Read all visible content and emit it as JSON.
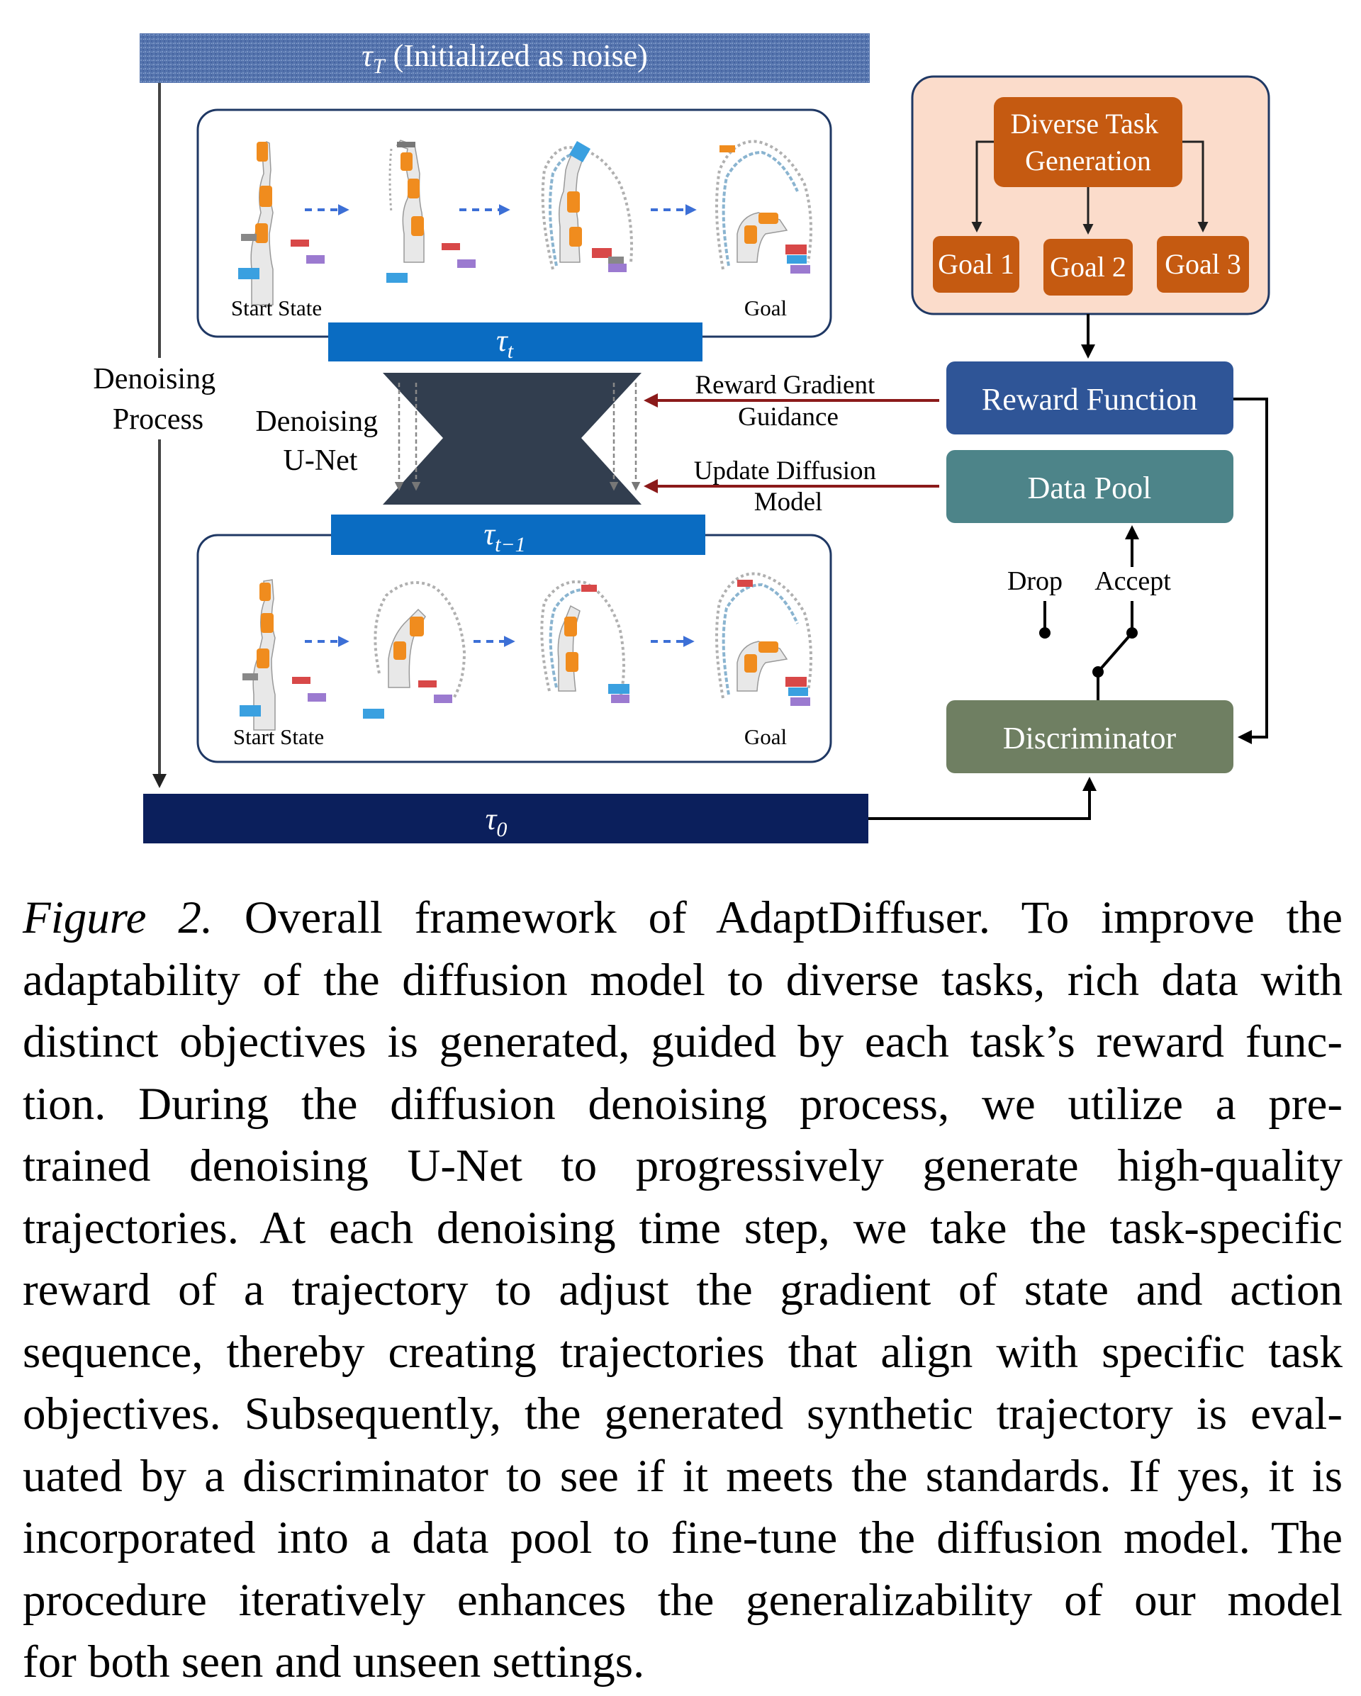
{
  "diagram": {
    "noise_label": "(Initialized as noise)",
    "tau_symbol": "τ",
    "tau_T_sub": "T",
    "tau_t_sub": "t",
    "tau_t_minus_1_sub": "t−1",
    "tau_0_sub": "0",
    "denoising_process_lines": [
      "Denoising",
      "Process"
    ],
    "unet_lines": [
      "Denoising",
      "U-Net"
    ],
    "top_panel": {
      "start_label": "Start State",
      "goal_label": "Goal"
    },
    "bottom_panel": {
      "start_label": "Start State",
      "goal_label": "Goal"
    },
    "task_generation_lines": [
      "Diverse Task",
      "Generation"
    ],
    "goals": [
      "Goal 1",
      "Goal 2",
      "Goal 3"
    ],
    "reward_function": "Reward Function",
    "data_pool": "Data Pool",
    "discriminator": "Discriminator",
    "reward_gradient_lines": [
      "Reward Gradient",
      "Guidance"
    ],
    "update_model_lines": [
      "Update Diffusion",
      "Model"
    ],
    "drop_label": "Drop",
    "accept_label": "Accept"
  },
  "caption": {
    "label": "Figure 2.",
    "lines": [
      " Overall framework of AdaptDiffuser.  To improve the",
      "adaptability of the diffusion model to diverse tasks, rich data with",
      "distinct objectives is generated, guided by each task’s reward func-",
      "tion.  During the diffusion denoising process, we utilize a pre-",
      "trained denoising U-Net to progressively generate high-quality",
      "trajectories. At each denoising time step, we take the task-specific",
      "reward of a trajectory to adjust the gradient of state and action",
      "sequence, thereby creating trajectories that align with specific task",
      "objectives. Subsequently, the generated synthetic trajectory is eval-",
      "uated by a discriminator to see if it meets the standards. If yes, it is",
      "incorporated into a data pool to fine-tune the diffusion model. The",
      "procedure iteratively enhances the generalizability of our model",
      "for both seen and unseen settings."
    ]
  },
  "colors": {
    "noise_bar": "#5574ad",
    "tau_t_bar": "#0a6cc2",
    "tau_0_bar": "#0b1f5c",
    "unet": "#323e4f",
    "task_panel_bg": "#fbdccb",
    "task_panel_border": "#1f3864",
    "task_box": "#c55a11",
    "reward_box": "#2f5597",
    "data_pool_box": "#4d8489",
    "discriminator_box": "#6f7f62",
    "guidance_arrow": "#8b1a1a",
    "robot_orange": "#f08c1e",
    "trajectory": "#8ab4d0",
    "cube_blue": "#3aa0e0",
    "cube_purple": "#9b7ad0",
    "cube_red": "#d84848"
  }
}
